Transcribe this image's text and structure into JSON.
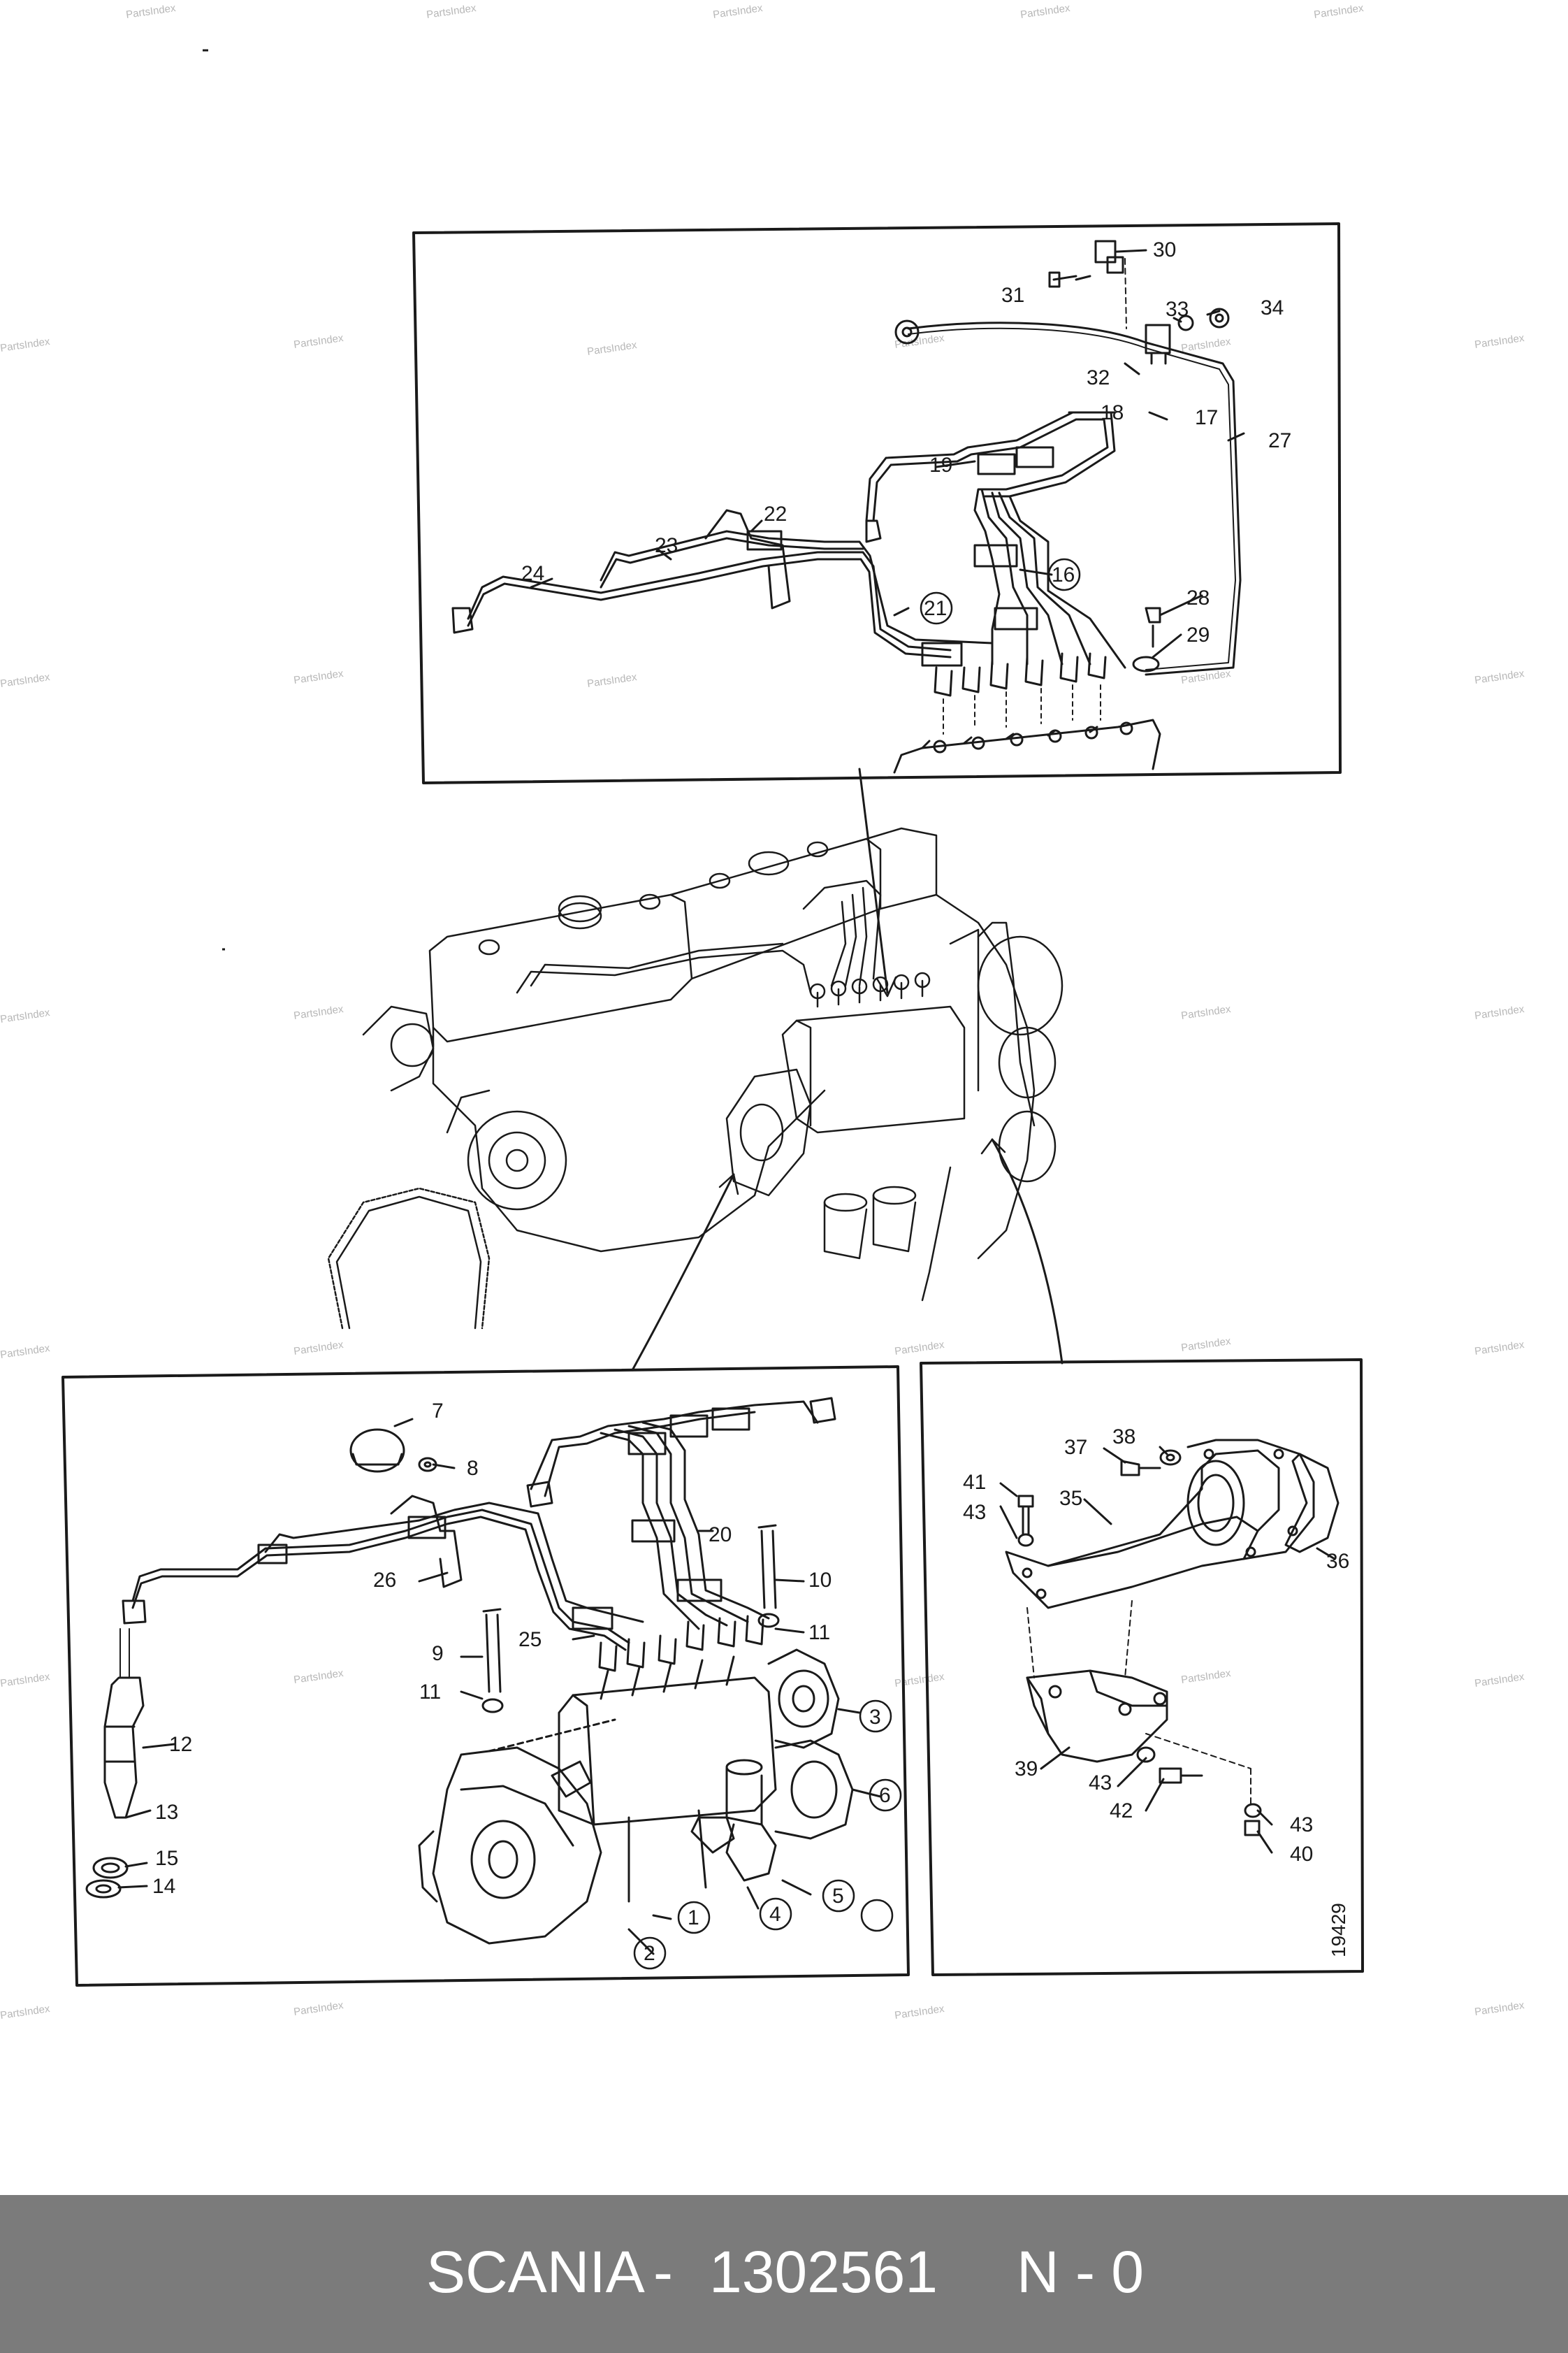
{
  "watermark": "PartsIndex",
  "drawing_number": "19429",
  "footer": {
    "brand": "SCANIA",
    "separator": "-",
    "part_number": "1302561",
    "suffix": "N - 0"
  },
  "callouts": {
    "top": [
      "30",
      "31",
      "33",
      "34",
      "32",
      "27",
      "18",
      "17",
      "19",
      "22",
      "23",
      "24",
      "16",
      "21",
      "28",
      "29"
    ],
    "bottom_left": [
      "7",
      "8",
      "20",
      "10",
      "26",
      "9",
      "25",
      "11",
      "11",
      "3",
      "12",
      "13",
      "6",
      "15",
      "14",
      "5",
      "4",
      "1",
      "2"
    ],
    "bottom_right": [
      "37",
      "38",
      "41",
      "43",
      "35",
      "36",
      "39",
      "43",
      "42",
      "43",
      "40"
    ]
  },
  "colors": {
    "line": "#1a1a1a",
    "footer_bg": "#7b7b7b",
    "footer_text": "#ffffff",
    "watermark": "#b7b7b7"
  }
}
